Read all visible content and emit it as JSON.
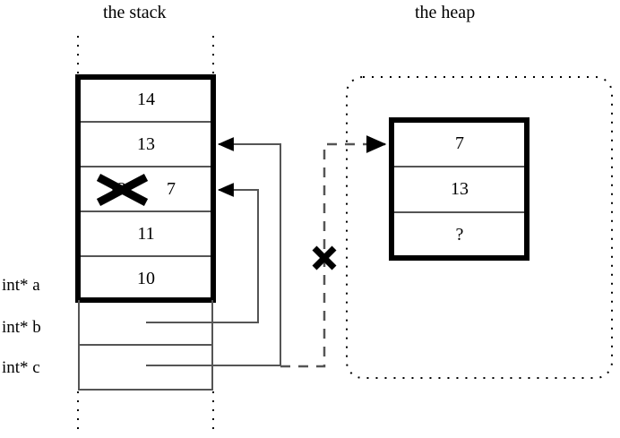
{
  "diagram": {
    "kind": "memory-layout",
    "titles": {
      "stack": "the stack",
      "heap": "the heap"
    },
    "stack": {
      "cells": [
        {
          "value": "14",
          "struck": false
        },
        {
          "value": "13",
          "struck": false
        },
        {
          "value": "12",
          "struck": true,
          "replacement": "7"
        },
        {
          "value": "11",
          "struck": false
        },
        {
          "value": "10",
          "struck": false
        }
      ],
      "pointer_rows": [
        {
          "label": "int* a",
          "value": ""
        },
        {
          "label": "int* b",
          "value": ""
        },
        {
          "label": "int* c",
          "value": ""
        }
      ],
      "label_a": "int* a",
      "label_b": "int* b",
      "label_c": "int* c"
    },
    "heap": {
      "cells": [
        {
          "value": "7"
        },
        {
          "value": "13"
        },
        {
          "value": "?"
        }
      ]
    },
    "annotations": {
      "struck_value": "12",
      "new_value": "7",
      "unknown_value": "?",
      "invalidated_pointer_mark": "X",
      "struck_cell_mark": "X"
    },
    "colors": {
      "ink": "#000000",
      "thin_rule": "#555555",
      "background": "#ffffff"
    }
  }
}
